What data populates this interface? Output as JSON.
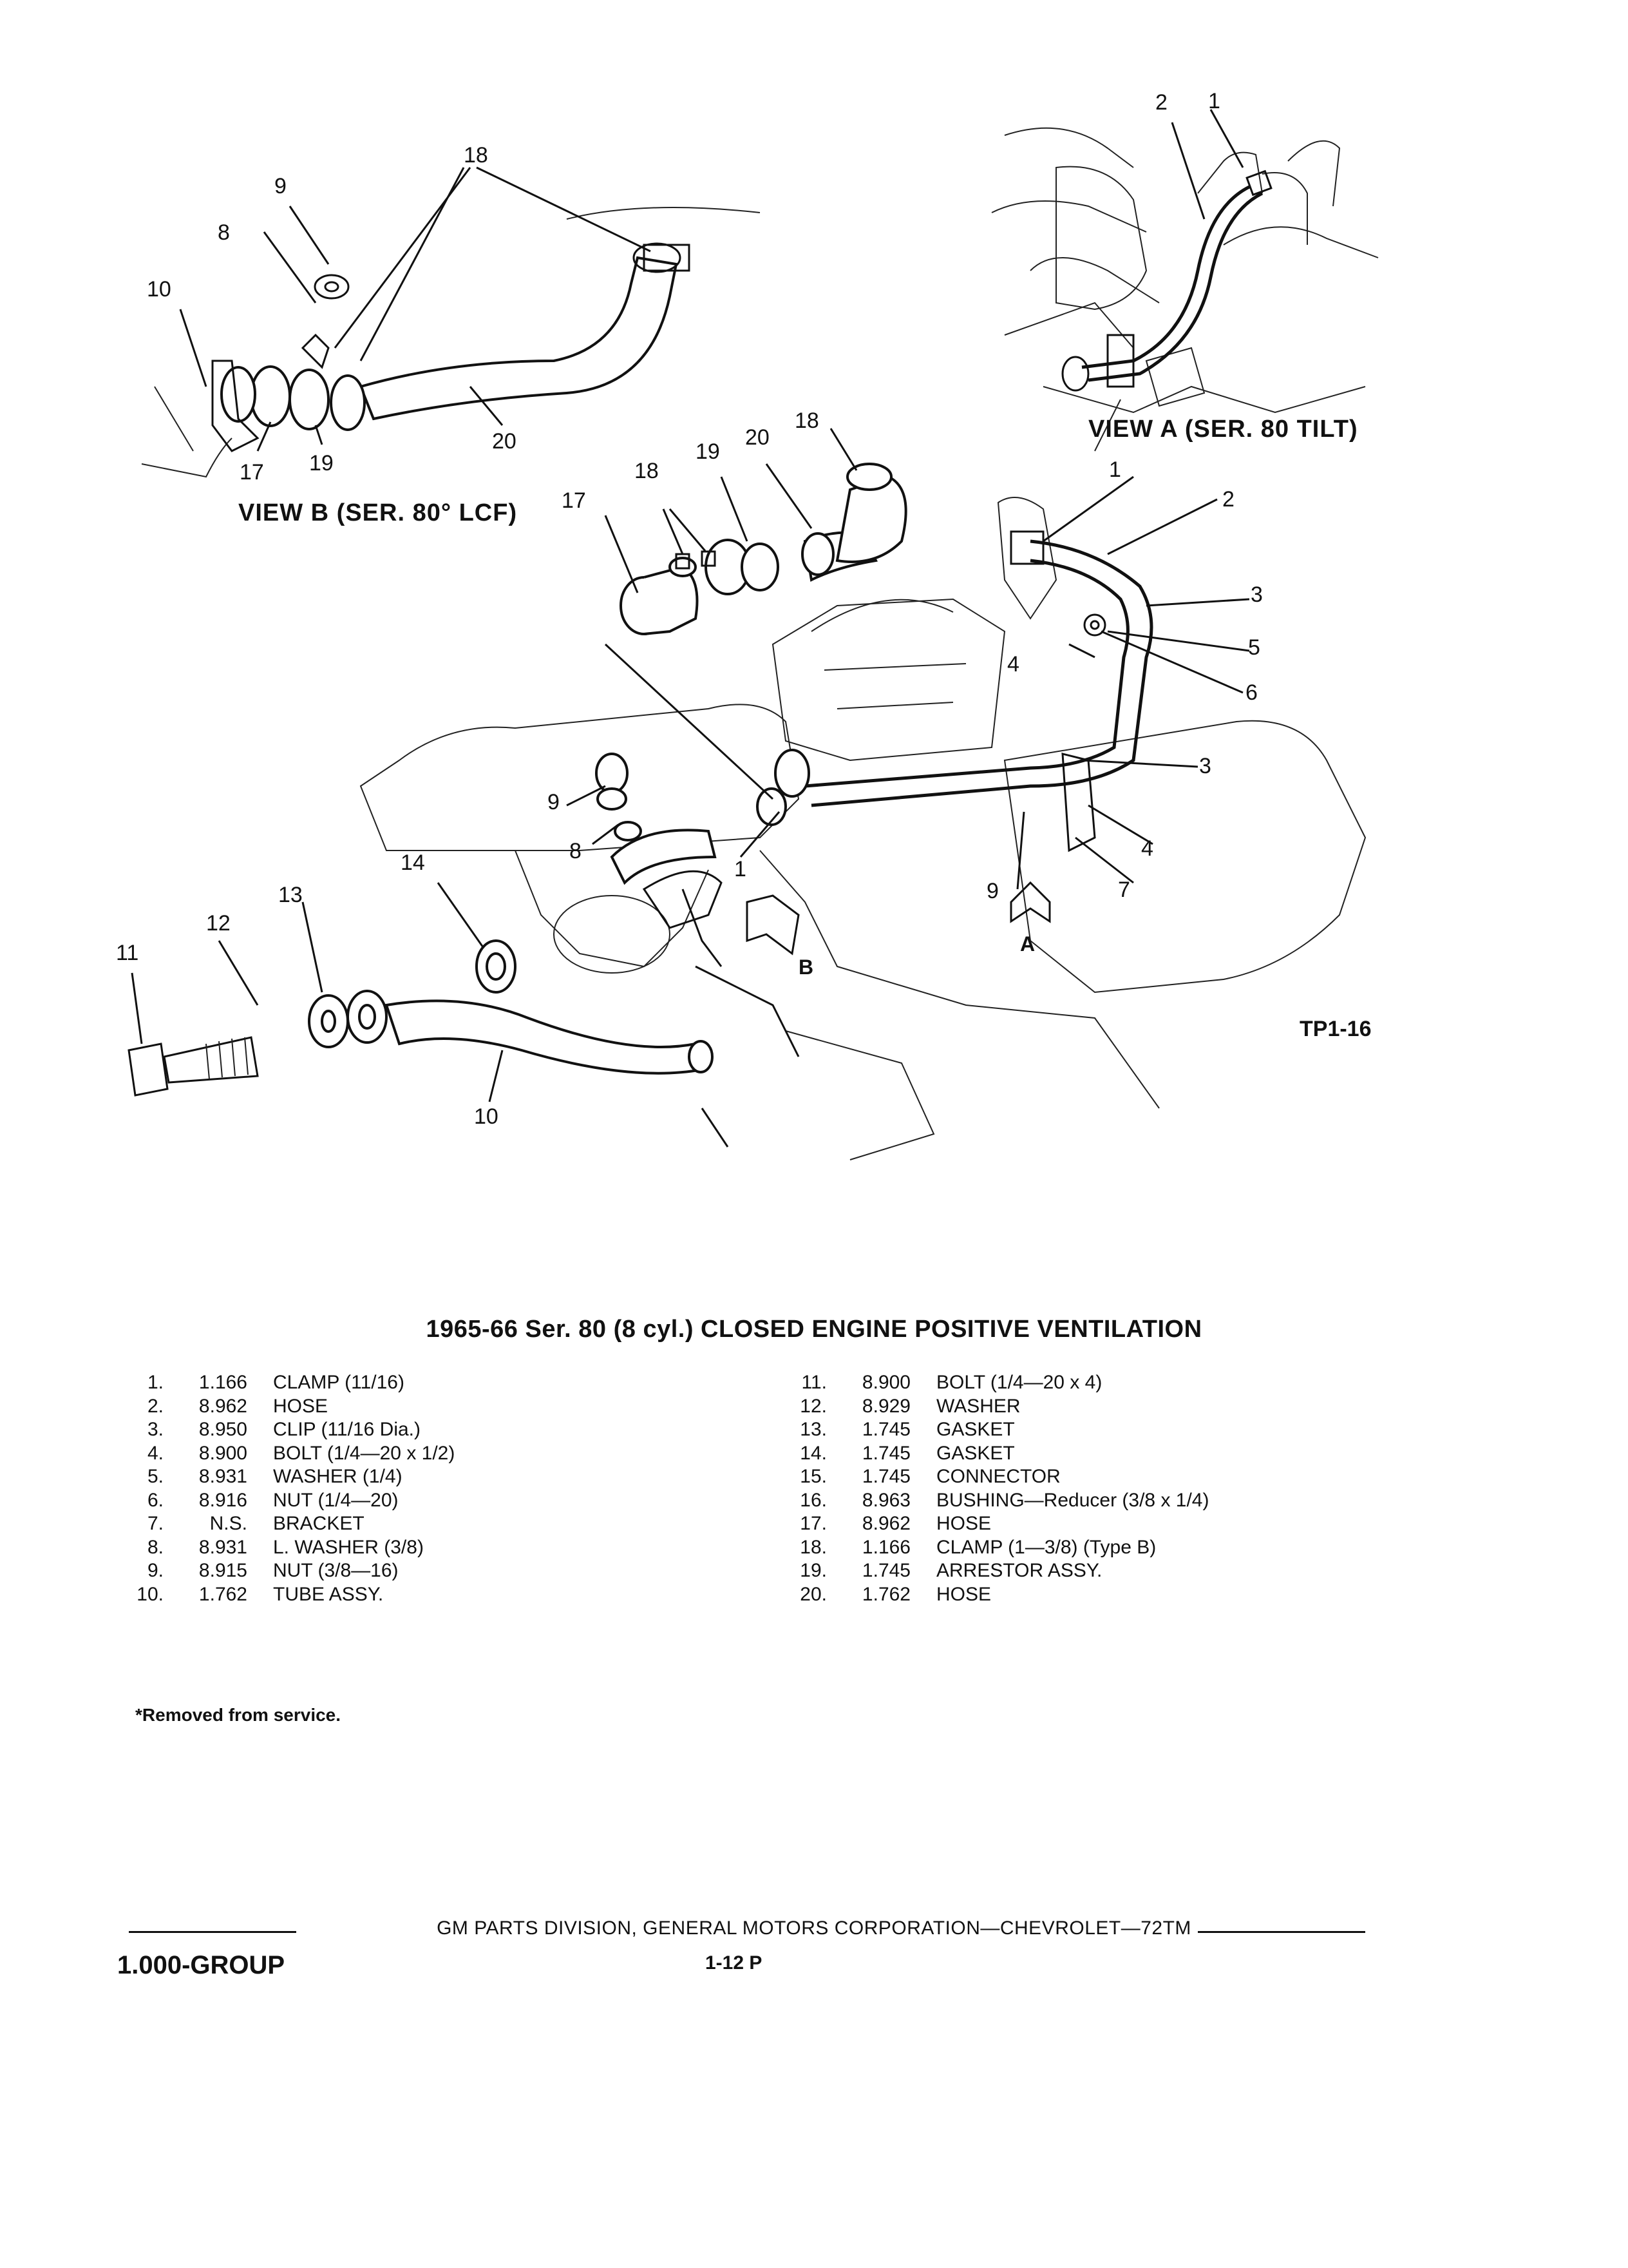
{
  "diagram": {
    "view_a_label": "VIEW A (SER. 80 TILT)",
    "view_b_label": "VIEW B (SER. 80° LCF)",
    "figure_id": "TP1-16",
    "arrow_label_a": "A",
    "arrow_label_b": "B",
    "callouts": {
      "c1a": "1",
      "c2a": "2",
      "c18b": "18",
      "c9b": "9",
      "c8b": "8",
      "c10b": "10",
      "c17b": "17",
      "c19b": "19",
      "c20b": "20",
      "c18m": "18",
      "c19m": "19",
      "c20m": "20",
      "c18t": "18",
      "c17m": "17",
      "c1r": "1",
      "c2r": "2",
      "c3r": "3",
      "c4r": "4",
      "c5r": "5",
      "c6r": "6",
      "c3l": "3",
      "c4l": "4",
      "c7": "7",
      "c9r": "9",
      "c9l": "9",
      "c8l": "8",
      "c1l": "1",
      "c14": "14",
      "c13": "13",
      "c12": "12",
      "c11": "11",
      "c10l": "10"
    }
  },
  "title": "1965-66 Ser. 80 (8 cyl.) CLOSED ENGINE POSITIVE VENTILATION",
  "parts_left": [
    {
      "no": "1.",
      "code": "1.166",
      "desc": "CLAMP (11/16)"
    },
    {
      "no": "2.",
      "code": "8.962",
      "desc": "HOSE"
    },
    {
      "no": "3.",
      "code": "8.950",
      "desc": "CLIP (11/16 Dia.)"
    },
    {
      "no": "4.",
      "code": "8.900",
      "desc": "BOLT (1/4—20 x 1/2)"
    },
    {
      "no": "5.",
      "code": "8.931",
      "desc": "WASHER (1/4)"
    },
    {
      "no": "6.",
      "code": "8.916",
      "desc": "NUT (1/4—20)"
    },
    {
      "no": "7.",
      "code": "N.S.",
      "desc": "BRACKET"
    },
    {
      "no": "8.",
      "code": "8.931",
      "desc": "L. WASHER (3/8)"
    },
    {
      "no": "9.",
      "code": "8.915",
      "desc": "NUT (3/8—16)"
    },
    {
      "no": "10.",
      "code": "1.762",
      "desc": "TUBE ASSY."
    }
  ],
  "parts_right": [
    {
      "no": "11.",
      "code": "8.900",
      "desc": "BOLT (1/4—20 x 4)"
    },
    {
      "no": "12.",
      "code": "8.929",
      "desc": "WASHER"
    },
    {
      "no": "13.",
      "code": "1.745",
      "desc": "GASKET"
    },
    {
      "no": "14.",
      "code": "1.745",
      "desc": "GASKET"
    },
    {
      "no": "15.",
      "code": "1.745",
      "desc": "CONNECTOR"
    },
    {
      "no": "16.",
      "code": "8.963",
      "desc": "BUSHING—Reducer (3/8 x 1/4)"
    },
    {
      "no": "17.",
      "code": "8.962",
      "desc": "HOSE"
    },
    {
      "no": "18.",
      "code": "1.166",
      "desc": "CLAMP (1—3/8) (Type B)"
    },
    {
      "no": "19.",
      "code": "1.745",
      "desc": "ARRESTOR ASSY."
    },
    {
      "no": "20.",
      "code": "1.762",
      "desc": "HOSE"
    }
  ],
  "footnote": "*Removed from service.",
  "footer": {
    "publisher": "GM PARTS DIVISION, GENERAL MOTORS CORPORATION—CHEVROLET—72TM",
    "group": "1.000-GROUP",
    "page": "1-12 P"
  }
}
